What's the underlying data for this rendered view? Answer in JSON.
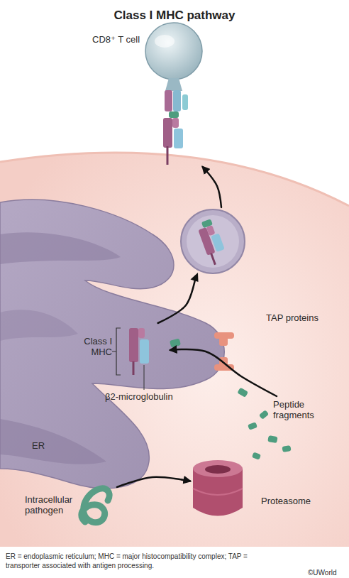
{
  "diagram": {
    "title": "Class I MHC pathway",
    "caption": "ER = endoplasmic reticulum; MHC = major histocompatibility complex; TAP = transporter associated with antigen processing.",
    "nodes": [
      {
        "text": [
          "CD8⁺ T cell"
        ]
      },
      {
        "text": [
          "ER"
        ]
      },
      {
        "text": [
          "Class I MHC"
        ],
        "in": 1
      },
      {
        "text": [
          "TAP proteins"
        ]
      },
      {
        "text": [
          "Peptide fragments"
        ]
      },
      {
        "text": [
          "Proteasome"
        ]
      },
      {
        "text": [
          "Intracellular pathogen"
        ]
      }
    ],
    "edges": [
      {
        "from": 6,
        "to": 5,
        "arrow": "to"
      },
      {
        "from": 4,
        "to": 2,
        "arrow": "to"
      },
      {
        "from": 2,
        "to": 0,
        "arrow": "to"
      }
    ],
    "labels": [
      "β2-microglobulin",
      "©UWorld"
    ]
  }
}
